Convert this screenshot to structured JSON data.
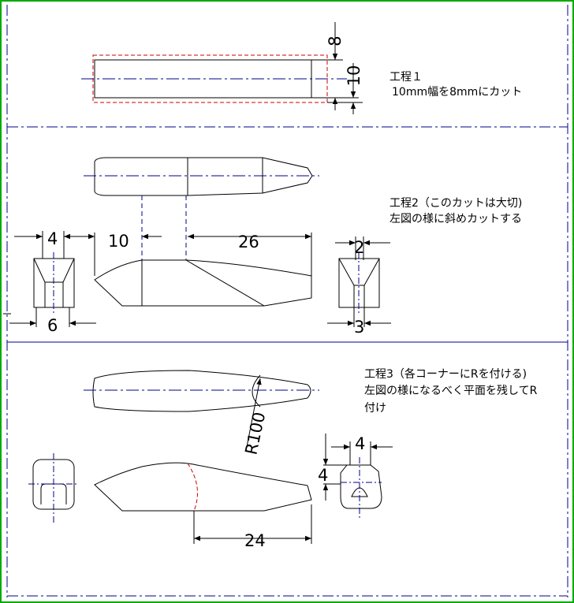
{
  "frame_color": "#00aa00",
  "section_line_color": "#00008b",
  "cut_line_color": "#cc0000",
  "steps": [
    {
      "title": "工程１",
      "note": "10mm幅を8mmにカット"
    },
    {
      "title": "工程2（このカットは大切)",
      "note": "左図の様に斜めカットする"
    },
    {
      "title": "工程3（各コーナーにRを付ける)",
      "note": "左図の様になるべく平面を残してR",
      "note2": "付け"
    }
  ],
  "dims": {
    "s1_cut": "8",
    "s1_width": "10",
    "s2_top_left": "4",
    "s2_bottom_left": "6",
    "s2_offset": "10",
    "s2_length": "26",
    "s2_top_right": "2",
    "s2_bottom_right": "3",
    "s3_radius": "R100",
    "s3_right_h": "4",
    "s3_right_w": "4",
    "s3_length": "24"
  }
}
